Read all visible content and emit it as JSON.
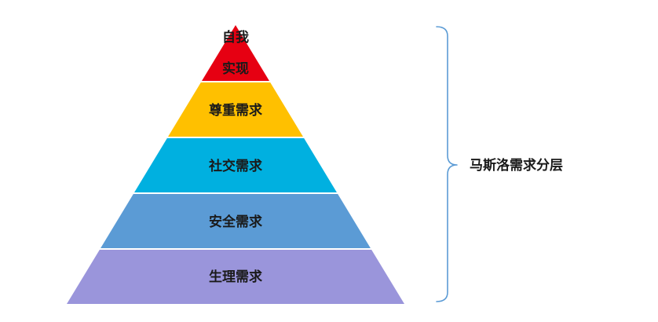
{
  "pyramid": {
    "levels": [
      {
        "label_line1": "自我",
        "label_line2": "实现",
        "color": "#E60012"
      },
      {
        "label": "尊重需求",
        "color": "#FFC000"
      },
      {
        "label": "社交需求",
        "color": "#00B0E0"
      },
      {
        "label": "安全需求",
        "color": "#5B9BD5"
      },
      {
        "label": "生理需求",
        "color": "#9A95DB"
      }
    ]
  },
  "bracket": {
    "label": "马斯洛需求分层",
    "color": "#5B9BD5"
  }
}
